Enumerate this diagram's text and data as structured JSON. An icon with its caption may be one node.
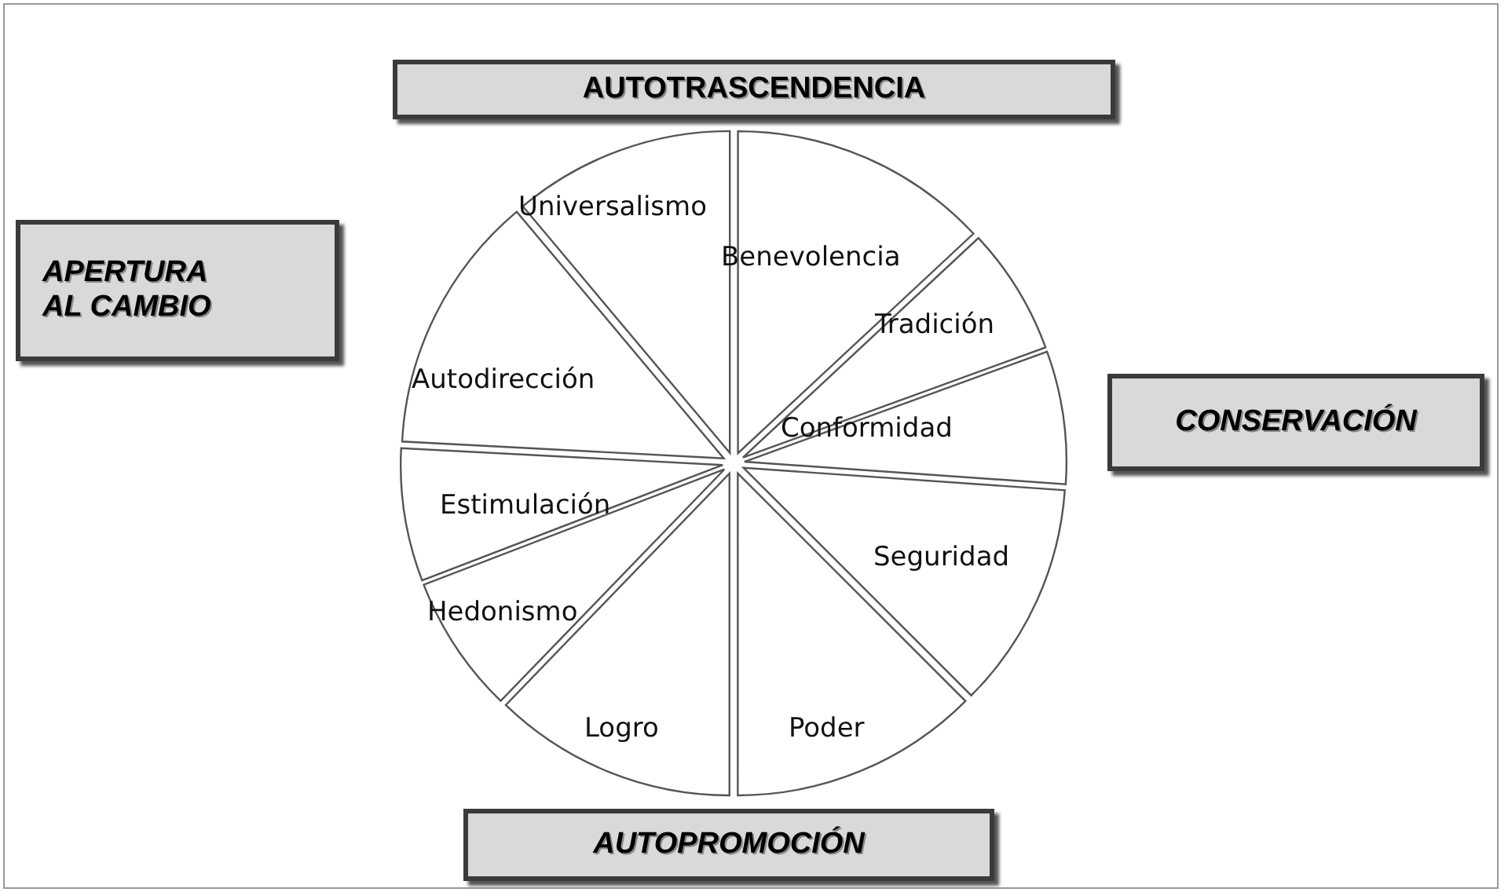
{
  "diagram": {
    "nodes": [
      {
        "text": [
          "AUTOTRASCENDENCIA"
        ]
      },
      {
        "text": [
          "APERTURA AL CAMBIO"
        ]
      },
      {
        "text": [
          "Universalismo"
        ]
      },
      {
        "text": [
          "Benevolencia"
        ]
      },
      {
        "text": [
          "Tradición"
        ]
      },
      {
        "text": [
          "Autodirección"
        ]
      },
      {
        "text": [
          "CONSERVACIÓN"
        ]
      },
      {
        "text": [
          "Conformidad"
        ]
      },
      {
        "text": [
          "Estimulación"
        ]
      },
      {
        "text": [
          "Seguridad"
        ]
      },
      {
        "text": [
          "Hedonismo"
        ]
      },
      {
        "text": [
          "Logro"
        ]
      },
      {
        "text": [
          "Poder"
        ]
      },
      {
        "text": [
          "AUTOPROMOCIÓN"
        ]
      }
    ]
  }
}
